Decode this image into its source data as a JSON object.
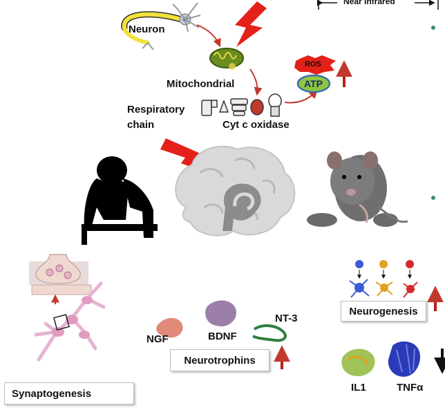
{
  "header": {
    "range_label": "Near Infrared"
  },
  "pathway": {
    "neuron": "Neuron",
    "mitochondrial": "Mitochondrial",
    "respiratory_chain": [
      "Respiratory",
      "chain"
    ],
    "cyt_c_oxidase": "Cyt c oxidase",
    "ros": "ROS",
    "atp": "ATP"
  },
  "effects": {
    "neurogenesis": "Neurogenesis",
    "neurotrophins": "Neurotrophins",
    "synaptogenesis": "Synaptogenesis",
    "ngf": "NGF",
    "bdnf": "BDNF",
    "nt3": "NT-3",
    "il1": "IL1",
    "tnfa": "TNFα"
  },
  "colors": {
    "laser_red": "#e32119",
    "up_arrow": "#b3211a",
    "brain_gray": "#d9d9d9",
    "mito_green": "#6a8c1f",
    "atp_green": "#8ec63f"
  }
}
